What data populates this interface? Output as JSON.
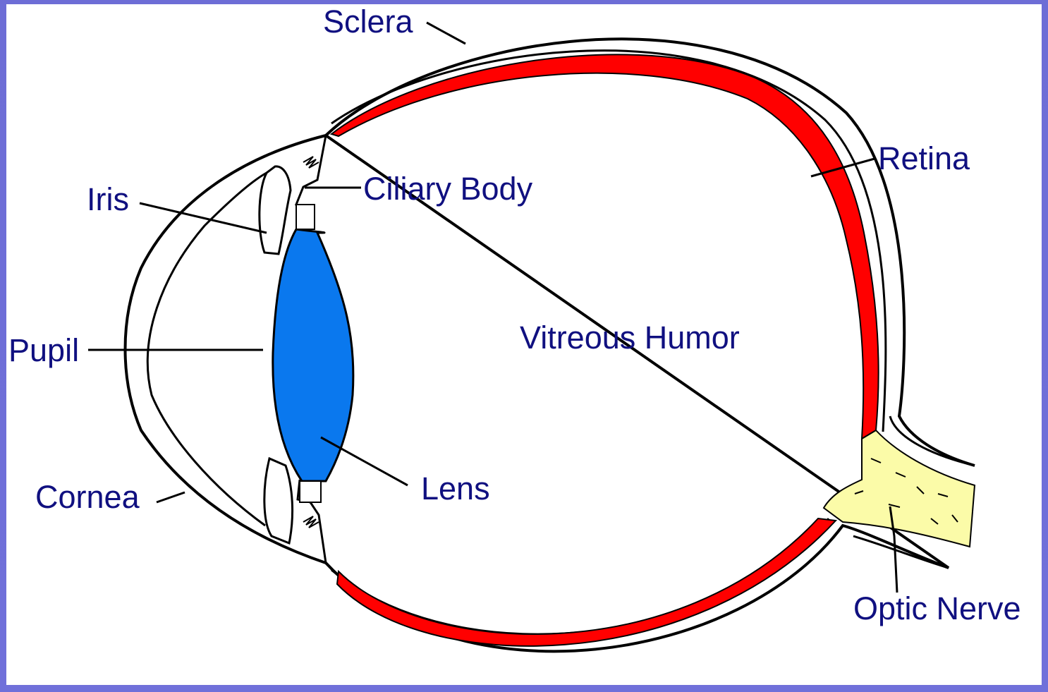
{
  "labels": {
    "sclera": "Sclera",
    "retina": "Retina",
    "ciliary_body": "Ciliary Body",
    "iris": "Iris",
    "pupil": "Pupil",
    "vitreous_humor": "Vitreous Humor",
    "lens": "Lens",
    "cornea": "Cornea",
    "optic_nerve": "Optic Nerve"
  },
  "colors": {
    "retina": "#ff0000",
    "lens": "#0a78ee",
    "optic_nerve": "#fbfba8",
    "label_text": "#101080",
    "outline": "#000000",
    "frame": "#6d6dd6"
  }
}
